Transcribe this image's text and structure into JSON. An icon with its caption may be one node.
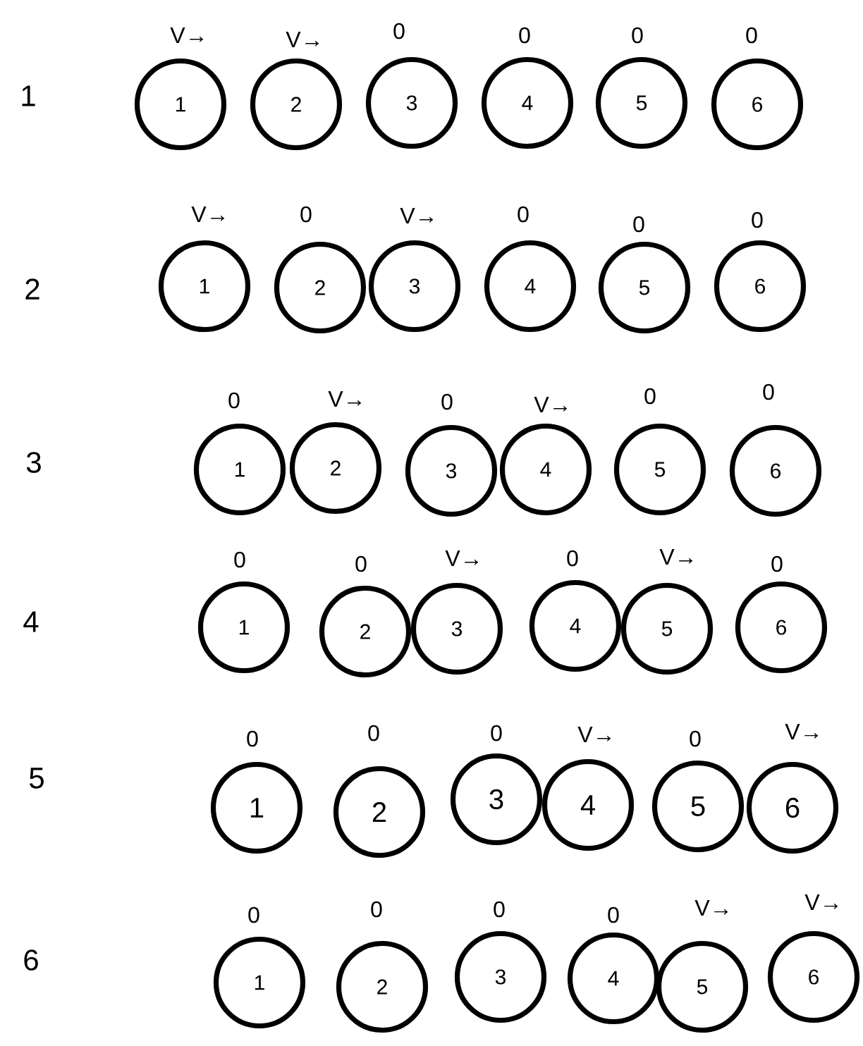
{
  "diagram": {
    "nodes": [
      {
        "text": [
          "1"
        ],
        "beside": [
          "V→"
        ]
      },
      {
        "text": [
          "2"
        ],
        "beside": [
          "V→"
        ]
      },
      {
        "text": [
          "3"
        ],
        "beside": [
          "0"
        ]
      },
      {
        "text": [
          "4"
        ],
        "beside": [
          "0"
        ]
      },
      {
        "text": [
          "5"
        ],
        "beside": [
          "0"
        ]
      },
      {
        "text": [
          "6"
        ],
        "beside": [
          "0"
        ]
      },
      {
        "text": [
          "1"
        ],
        "beside": [
          "V→"
        ]
      },
      {
        "text": [
          "2"
        ],
        "beside": [
          "0"
        ]
      },
      {
        "text": [
          "3"
        ],
        "beside": [
          "V→"
        ]
      },
      {
        "text": [
          "4"
        ],
        "beside": [
          "0"
        ]
      },
      {
        "text": [
          "5"
        ],
        "beside": [
          "0"
        ]
      },
      {
        "text": [
          "6"
        ],
        "beside": [
          "0"
        ]
      },
      {
        "text": [
          "1"
        ],
        "beside": [
          "0"
        ]
      },
      {
        "text": [
          "2"
        ],
        "beside": [
          "V→"
        ]
      },
      {
        "text": [
          "3"
        ],
        "beside": [
          "0"
        ]
      },
      {
        "text": [
          "4"
        ],
        "beside": [
          "V→"
        ]
      },
      {
        "text": [
          "5"
        ],
        "beside": [
          "0"
        ]
      },
      {
        "text": [
          "6"
        ],
        "beside": [
          "0"
        ]
      },
      {
        "text": [
          "1"
        ],
        "beside": [
          "0"
        ]
      },
      {
        "text": [
          "2"
        ],
        "beside": [
          "0"
        ]
      },
      {
        "text": [
          "3"
        ],
        "beside": [
          "V→"
        ]
      },
      {
        "text": [
          "4"
        ],
        "beside": [
          "0"
        ]
      },
      {
        "text": [
          "5"
        ],
        "beside": [
          "V→"
        ]
      },
      {
        "text": [
          "6"
        ],
        "beside": [
          "0"
        ]
      },
      {
        "text": [
          "1"
        ],
        "beside": [
          "0"
        ]
      },
      {
        "text": [
          "2"
        ],
        "beside": [
          "0"
        ]
      },
      {
        "text": [
          "3"
        ],
        "beside": [
          "0"
        ]
      },
      {
        "text": [
          "4"
        ],
        "beside": [
          "V→"
        ]
      },
      {
        "text": [
          "5"
        ],
        "beside": [
          "0"
        ]
      },
      {
        "text": [
          "6"
        ],
        "beside": [
          "V→"
        ]
      },
      {
        "text": [
          "1"
        ],
        "beside": [
          "0"
        ]
      },
      {
        "text": [
          "2"
        ],
        "beside": [
          "0"
        ]
      },
      {
        "text": [
          "3"
        ],
        "beside": [
          "0"
        ]
      },
      {
        "text": [
          "4"
        ],
        "beside": [
          "0"
        ]
      },
      {
        "text": [
          "5"
        ],
        "beside": [
          "V→"
        ]
      },
      {
        "text": [
          "6"
        ],
        "beside": [
          "V→"
        ]
      }
    ],
    "labels": [
      "1",
      "2",
      "3",
      "4",
      "5",
      "6"
    ]
  }
}
